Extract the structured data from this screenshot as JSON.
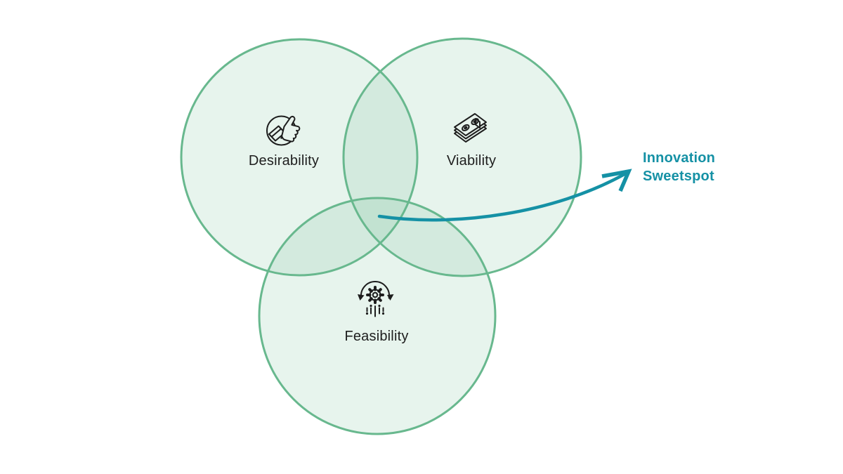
{
  "diagram": {
    "circles": [
      {
        "label": "Desirability",
        "icon": "thumbs-up-icon"
      },
      {
        "label": "Viability",
        "icon": "money-stack-icon"
      },
      {
        "label": "Feasibility",
        "icon": "gear-automation-icon"
      }
    ],
    "annotation": {
      "label": "Innovation\nSweetspot"
    },
    "colors": {
      "background": "#ffffff",
      "circle_stroke": "#68b88e",
      "circle_fill": "#68b88e",
      "accent_teal": "#1591a5",
      "label_text": "#1e1e1e",
      "icon_stroke": "#1d1d1d"
    }
  }
}
